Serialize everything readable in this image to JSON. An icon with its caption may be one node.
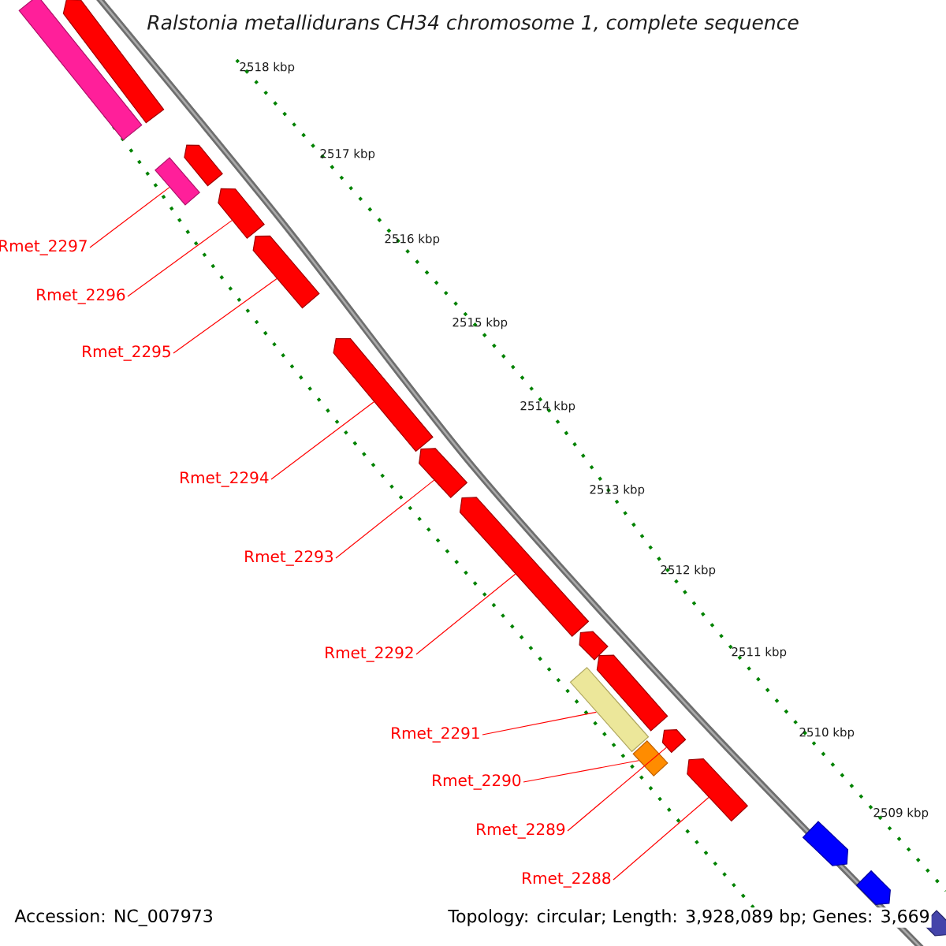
{
  "diagram": {
    "title": "Ralstonia metallidurans CH34 chromosome 1, complete sequence",
    "nodes": [
      {
        "text": [],
        "shape": "bar"
      },
      {
        "text": [],
        "shape": "arrow"
      },
      {
        "text": [],
        "shape": "bar"
      },
      {
        "text": [],
        "shape": "arrow"
      },
      {
        "text": [],
        "shape": "arrow"
      },
      {
        "text": [],
        "shape": "arrow"
      },
      {
        "text": [],
        "shape": "arrow"
      },
      {
        "text": [],
        "shape": "arrow"
      },
      {
        "text": [],
        "shape": "arrow"
      },
      {
        "text": [],
        "shape": "arrow"
      },
      {
        "text": [],
        "shape": "arrow"
      },
      {
        "text": [],
        "shape": "bar"
      },
      {
        "text": [],
        "shape": "bar"
      },
      {
        "text": [],
        "shape": "arrow"
      },
      {
        "text": [],
        "shape": "arrow"
      },
      {
        "text": [],
        "shape": "arrow"
      },
      {
        "text": [],
        "shape": "arrow"
      },
      {
        "text": [],
        "shape": "arrow"
      },
      {
        "text": [
          "Rmet_2297"
        ]
      },
      {
        "text": [
          "Rmet_2296"
        ]
      },
      {
        "text": [
          "Rmet_2295"
        ]
      },
      {
        "text": [
          "Rmet_2294"
        ]
      },
      {
        "text": [
          "Rmet_2293"
        ]
      },
      {
        "text": [
          "Rmet_2292"
        ]
      },
      {
        "text": [
          "Rmet_2291"
        ]
      },
      {
        "text": [
          "Rmet_2290"
        ]
      },
      {
        "text": [
          "Rmet_2289"
        ]
      },
      {
        "text": [
          "Rmet_2288"
        ]
      }
    ],
    "edges": [
      {
        "from": 18,
        "to": 2,
        "arrow": "none"
      },
      {
        "from": 19,
        "to": 4,
        "arrow": "none"
      },
      {
        "from": 20,
        "to": 5,
        "arrow": "none"
      },
      {
        "from": 21,
        "to": 6,
        "arrow": "none"
      },
      {
        "from": 22,
        "to": 7,
        "arrow": "none"
      },
      {
        "from": 23,
        "to": 8,
        "arrow": "none"
      },
      {
        "from": 24,
        "to": 11,
        "arrow": "none"
      },
      {
        "from": 25,
        "to": 12,
        "arrow": "none"
      },
      {
        "from": 26,
        "to": 13,
        "arrow": "none"
      },
      {
        "from": 27,
        "to": 14,
        "arrow": "none"
      }
    ],
    "labels": [
      "2518 kbp",
      "2517 kbp",
      "2516 kbp",
      "2515 kbp",
      "2514 kbp",
      "2513 kbp",
      "2512 kbp",
      "2511 kbp",
      "2510 kbp",
      "2509 kbp",
      "Accession: NC_007973",
      "Topology: circular; Length: 3,928,089 bp; Genes: 3,669"
    ]
  }
}
